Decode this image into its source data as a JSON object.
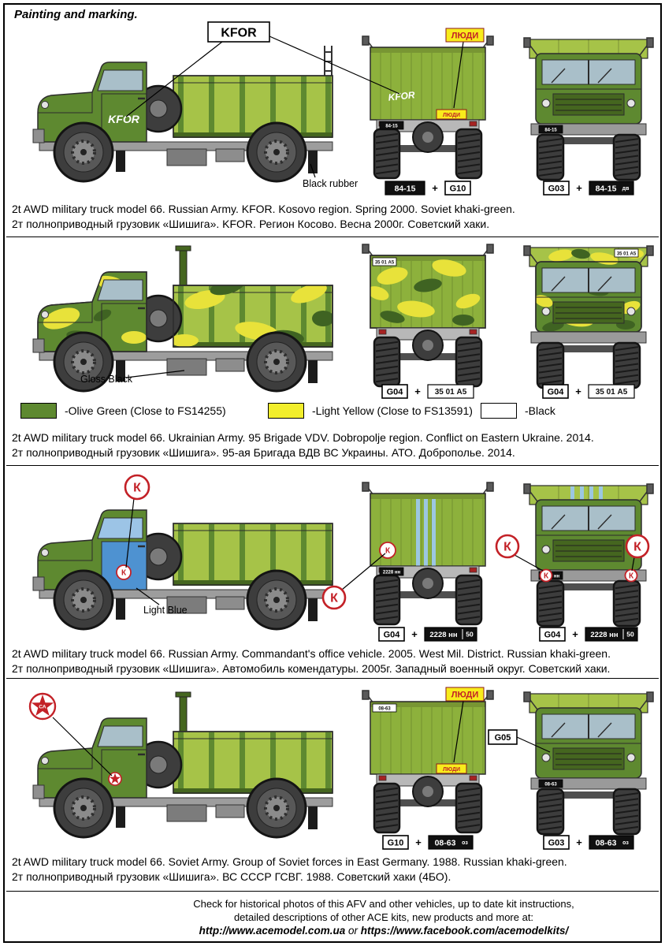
{
  "page": {
    "title": "Painting and marking."
  },
  "labels": {
    "plus": "+"
  },
  "rows": [
    {
      "kfor_label": "KFOR",
      "door_text": "KFOR",
      "rear_text": "KFOR",
      "lyudi_label": "ЛЮДИ",
      "rear_badge": "ЛЮДИ",
      "black_rubber_label": "Black rubber",
      "rear_plate_small": "84-15",
      "front_plate_small": "84-15",
      "rear_code": {
        "plate": "84-15",
        "ref": "G10"
      },
      "front_code": {
        "ref": "G03",
        "plate": "84-15",
        "plate_suffix": "дв"
      },
      "caption_en": "2t AWD military truck model 66. Russian Army. KFOR. Kosovo region. Spring 2000. Soviet khaki-green.",
      "caption_ru": "2т полноприводный грузовик «Шишига». KFOR. Регион Косово. Весна 2000г. Советский хаки."
    },
    {
      "gloss_black_label": "Gloss Black",
      "rear_plate_small": "35 01 А5",
      "front_plate_small": "35 01 А5",
      "rear_code": {
        "ref": "G04",
        "plate": "35 01 А5"
      },
      "front_code": {
        "ref": "G04",
        "plate": "35 01 А5"
      },
      "caption_en": "2t AWD military truck model 66. Ukrainian Army. 95 Brigade VDV. Dobropolje region. Conflict on Eastern Ukraine. 2014.",
      "caption_ru": "2т полноприводный грузовик «Шишига». 95-ая Бригада ВДВ ВС Украины. АТО. Доброполье. 2014."
    },
    {
      "k_letter": "К",
      "light_blue_label": "Light Blue",
      "rear_plate_small": "2228 нн",
      "front_plate_small": "2228 нн",
      "rear_code": {
        "ref": "G04",
        "plate": "2228 нн",
        "plate_region": "50"
      },
      "front_code": {
        "ref": "G04",
        "plate": "2228 нн",
        "plate_region": "50"
      },
      "caption_en": "2t AWD military truck model 66. Russian Army. Commandant's office vehicle. 2005. West Mil. District. Russian khaki-green.",
      "caption_ru": "2т полноприводный грузовик «Шишига». Автомобиль комендатуры. 2005г. Западный военный округ. Советский хаки."
    },
    {
      "emblem_letters": "СА",
      "lyudi_label": "ЛЮДИ",
      "rear_badge": "ЛЮДИ",
      "g05_label": "G05",
      "rear_plate_small": "08-63",
      "front_plate_small": "08-63",
      "rear_code": {
        "ref": "G10",
        "plate": "08-63",
        "plate_suffix": "оз"
      },
      "front_code": {
        "ref": "G03",
        "plate": "08-63",
        "plate_suffix": "оз"
      },
      "caption_en": "2t AWD military truck model 66. Soviet Army. Group of Soviet forces in East Germany. 1988. Russian khaki-green.",
      "caption_ru": "2т полноприводный грузовик «Шишига». ВС СССР ГСВГ. 1988. Советский хаки (4БО)."
    }
  ],
  "legend": {
    "items": [
      {
        "label": "-Olive Green (Close to FS14255)",
        "color": "#5e8930"
      },
      {
        "label": "-Light Yellow (Close to FS13591)",
        "color": "#f2ee2c"
      },
      {
        "label": "-Black",
        "color": "#ffffff"
      }
    ]
  },
  "footer": {
    "line1": "Check for historical photos of this AFV and other vehicles, up to date kit instructions,",
    "line2": "detailed descriptions of other ACE kits, new products and more at:",
    "url1": "http://www.acemodel.com.ua",
    "or_word": "or",
    "url2": "https://www.facebook.com/acemodelkits/"
  }
}
